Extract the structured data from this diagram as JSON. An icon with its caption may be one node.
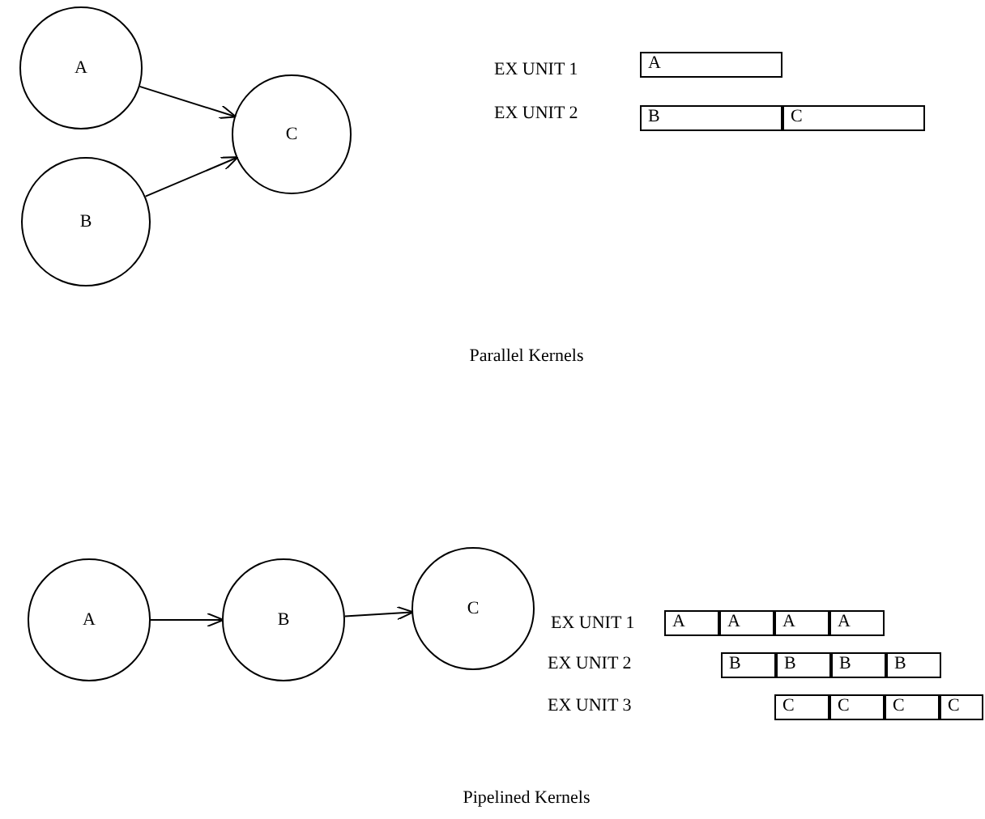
{
  "diagram": {
    "nodes": [
      {
        "text": [
          "A"
        ]
      },
      {
        "text": [
          "B"
        ]
      },
      {
        "text": [
          "C"
        ]
      },
      {
        "text": [
          "A"
        ]
      },
      {
        "text": [
          "B"
        ]
      },
      {
        "text": [
          "C"
        ]
      },
      {
        "text": [
          "A"
        ]
      },
      {
        "text": [
          "B"
        ]
      },
      {
        "text": [
          "C"
        ]
      },
      {
        "text": [
          "A"
        ]
      },
      {
        "text": [
          "A"
        ]
      },
      {
        "text": [
          "A"
        ]
      },
      {
        "text": [
          "A"
        ]
      },
      {
        "text": [
          "B"
        ]
      },
      {
        "text": [
          "B"
        ]
      },
      {
        "text": [
          "B"
        ]
      },
      {
        "text": [
          "B"
        ]
      },
      {
        "text": [
          "C"
        ]
      },
      {
        "text": [
          "C"
        ]
      },
      {
        "text": [
          "C"
        ]
      },
      {
        "text": [
          "C"
        ]
      }
    ],
    "edges": [
      {
        "from": 0,
        "to": 2,
        "arrow": "to"
      },
      {
        "from": 1,
        "to": 2,
        "arrow": "to"
      },
      {
        "from": 6,
        "to": 7,
        "arrow": "to"
      },
      {
        "from": 7,
        "to": 8,
        "arrow": "to"
      }
    ],
    "labels": [
      "EX UNIT 1",
      "EX UNIT 2",
      "Parallel Kernels",
      "EX UNIT 1",
      "EX UNIT 2",
      "EX UNIT 3",
      "Pipelined Kernels"
    ]
  }
}
